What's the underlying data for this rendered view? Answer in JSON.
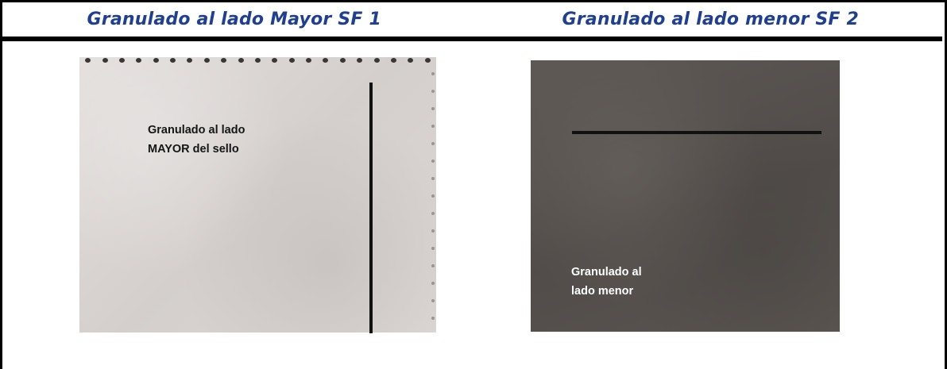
{
  "headers": {
    "left_title": "Granulado al lado Mayor SF 1",
    "right_title": "Granulado al lado menor SF 2"
  },
  "images": {
    "left": {
      "caption_line1": "Granulado al lado",
      "caption_line2": "MAYOR del sello",
      "marker": "vertical-line"
    },
    "right": {
      "caption_line1": "Granulado al",
      "caption_line2": "lado menor",
      "marker": "horizontal-line"
    }
  },
  "colors": {
    "header_text": "#1f3f8f",
    "border": "#000000"
  }
}
